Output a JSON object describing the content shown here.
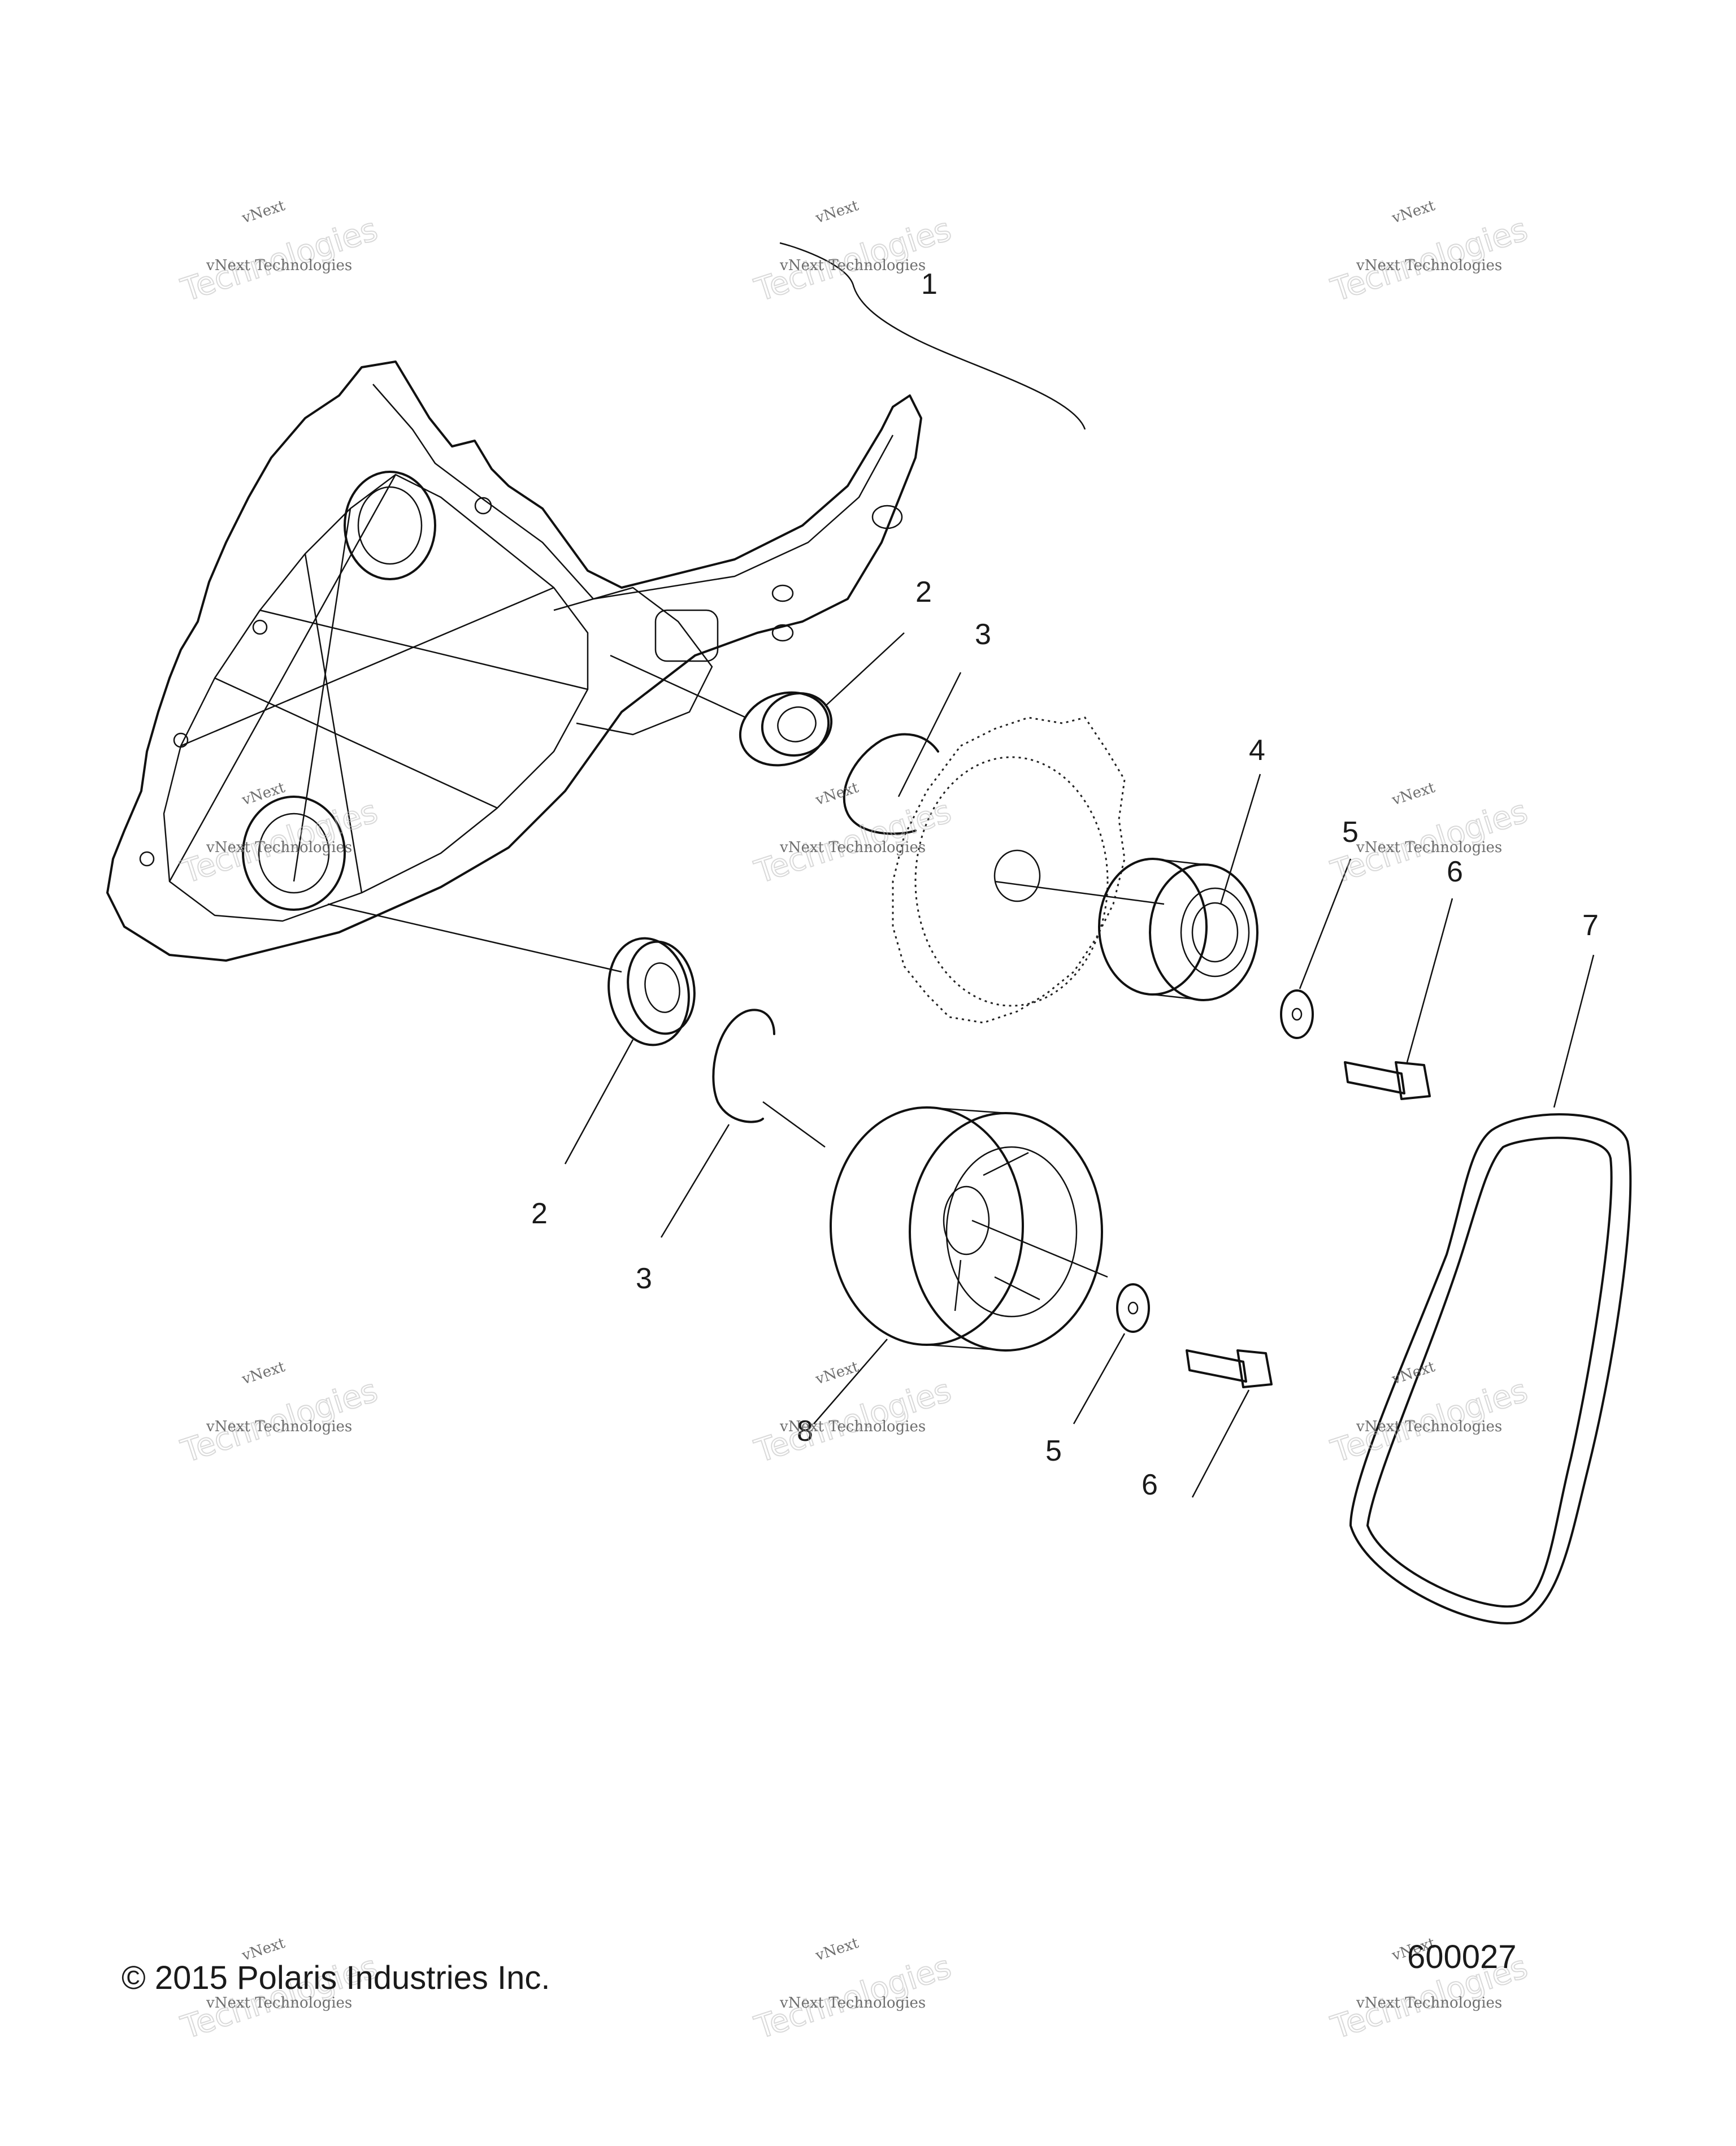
{
  "diagram": {
    "callouts": [
      {
        "id": "c1",
        "text": "1"
      },
      {
        "id": "c2a",
        "text": "2"
      },
      {
        "id": "c2b",
        "text": "2"
      },
      {
        "id": "c3a",
        "text": "3"
      },
      {
        "id": "c3b",
        "text": "3"
      },
      {
        "id": "c4",
        "text": "4"
      },
      {
        "id": "c5a",
        "text": "5"
      },
      {
        "id": "c5b",
        "text": "5"
      },
      {
        "id": "c6a",
        "text": "6"
      },
      {
        "id": "c6b",
        "text": "6"
      },
      {
        "id": "c7",
        "text": "7"
      },
      {
        "id": "c8",
        "text": "8"
      }
    ],
    "footer": {
      "copyright": "© 2015 Polaris Industries Inc.",
      "figure_number": "600027"
    },
    "watermark": {
      "line1": "vNext",
      "line2": "vNext Technologies",
      "line3": "Technologies"
    }
  }
}
